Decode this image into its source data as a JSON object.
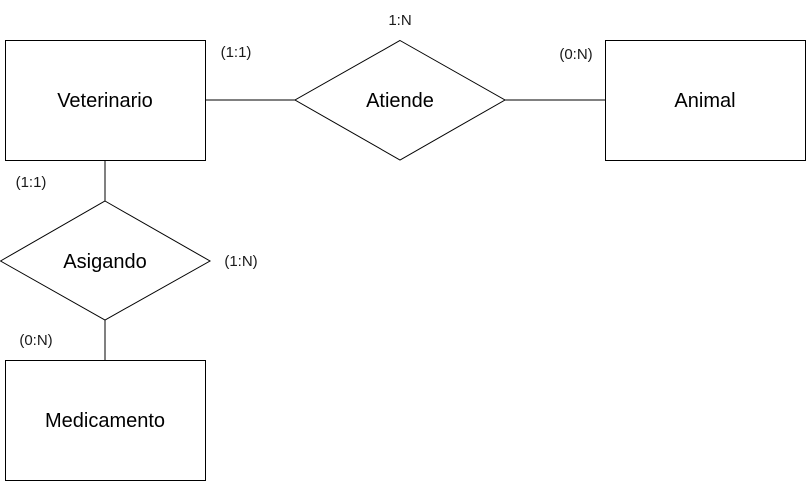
{
  "entities": {
    "veterinario": "Veterinario",
    "animal": "Animal",
    "medicamento": "Medicamento"
  },
  "relationships": {
    "atiende": "Atiende",
    "asigando": "Asigando"
  },
  "cardinalities": {
    "atiende_top": "1:N",
    "veterinario_atiende": "(1:1)",
    "animal_atiende": "(0:N)",
    "veterinario_asigando": "(1:1)",
    "asigando_side": "(1:N)",
    "medicamento_asigando": "(0:N)"
  }
}
